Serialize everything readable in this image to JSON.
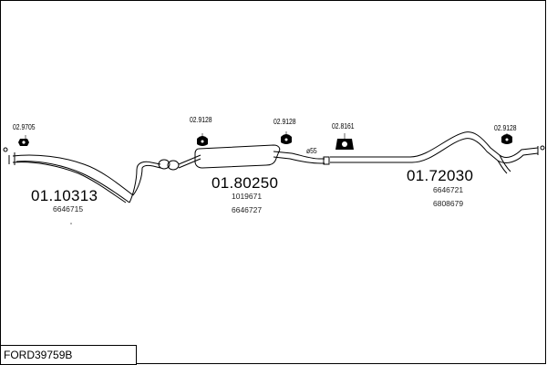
{
  "reference": "FORD39759B",
  "assemblies": [
    {
      "part_number": "01.10313",
      "oem_numbers": [
        "6646715"
      ]
    },
    {
      "part_number": "01.80250",
      "oem_numbers": [
        "1019671",
        "6646727"
      ]
    },
    {
      "part_number": "01.72030",
      "oem_numbers": [
        "6646721",
        "6808679"
      ]
    }
  ],
  "hardware": [
    {
      "part_number": "02.9705"
    },
    {
      "part_number": "02.9128"
    },
    {
      "part_number": "02.9128"
    },
    {
      "part_number": "02.8161"
    },
    {
      "part_number": "02.9128"
    }
  ],
  "dimension_label": "ø55",
  "colors": {
    "line": "#000000",
    "pipe_fill": "#ffffff"
  }
}
